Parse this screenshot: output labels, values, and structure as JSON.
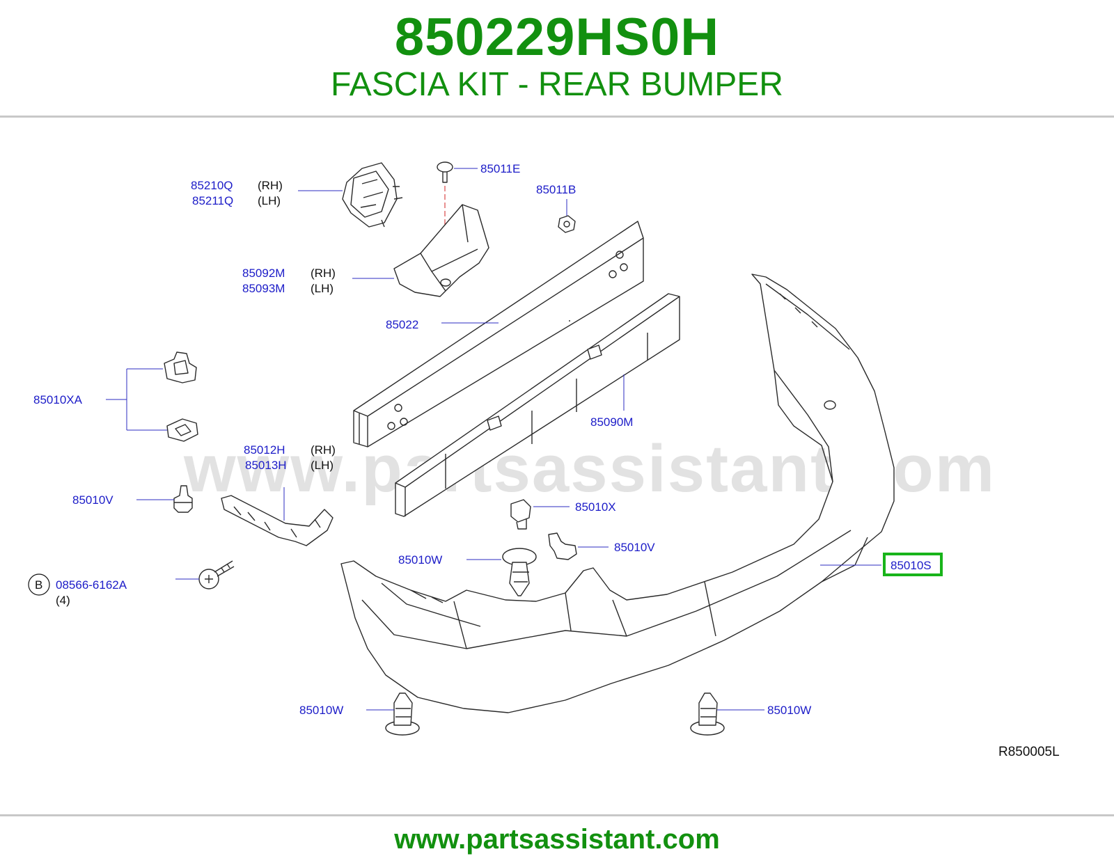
{
  "header": {
    "part_number": "850229HS0H",
    "part_name": "FASCIA KIT - REAR BUMPER"
  },
  "diagram": {
    "watermark": "www.partsassistant.com",
    "reference_code": "R850005L",
    "highlight_color": "#18b41a",
    "callouts": {
      "c85210q": "85210Q",
      "c85210q_side": "(RH)",
      "c85211q": "85211Q",
      "c85211q_side": "(LH)",
      "c85011e": "85011E",
      "c85011b": "85011B",
      "c85092m": "85092M",
      "c85092m_side": "(RH)",
      "c85093m": "85093M",
      "c85093m_side": "(LH)",
      "c85022": "85022",
      "c85010xa": "85010XA",
      "c85090m": "85090M",
      "c85012h": "85012H",
      "c85012h_side": "(RH)",
      "c85013h": "85013H",
      "c85013h_side": "(LH)",
      "c85010v_left": "85010V",
      "c85010x": "85010X",
      "c85010v_right": "85010V",
      "c85010w_mid": "85010W",
      "c85010s": "85010S",
      "c_bolt_marker": "B",
      "c_bolt": "08566-6162A",
      "c_bolt_qty": "(4)",
      "c85010w_bottom_left": "85010W",
      "c85010w_bottom_right": "85010W"
    }
  },
  "footer": {
    "url": "www.partsassistant.com"
  }
}
